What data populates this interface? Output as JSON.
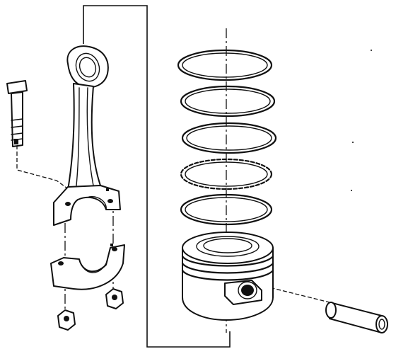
{
  "diagram": {
    "parts": [
      {
        "id": "connecting-rod",
        "icon": "connecting-rod-icon"
      },
      {
        "id": "rod-bolt",
        "icon": "bolt-icon"
      },
      {
        "id": "rod-cap",
        "icon": "bearing-cap-icon"
      },
      {
        "id": "rod-nut-left",
        "icon": "nut-icon"
      },
      {
        "id": "rod-nut-right",
        "icon": "nut-icon"
      },
      {
        "id": "piston-ring-1",
        "icon": "ring-icon"
      },
      {
        "id": "piston-ring-2",
        "icon": "ring-icon"
      },
      {
        "id": "piston-ring-3",
        "icon": "ring-icon"
      },
      {
        "id": "oil-ring-expander",
        "icon": "ring-icon"
      },
      {
        "id": "piston-ring-4",
        "icon": "ring-icon"
      },
      {
        "id": "piston",
        "icon": "piston-icon"
      },
      {
        "id": "piston-pin",
        "icon": "pin-icon"
      }
    ],
    "line_color": "#111111",
    "background": "#ffffff"
  }
}
